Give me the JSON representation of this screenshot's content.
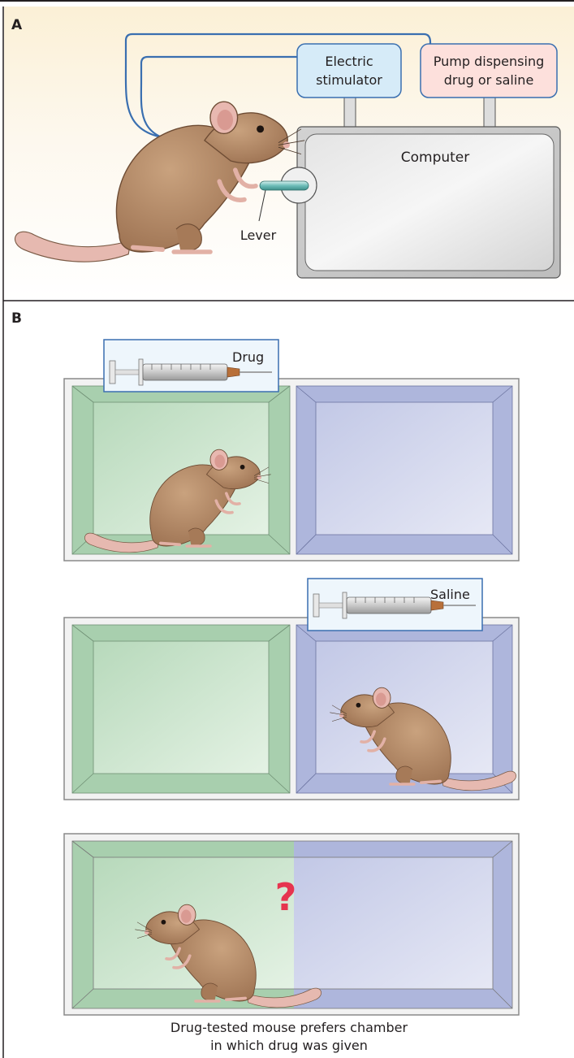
{
  "panel_a": {
    "letter": "A",
    "electric_stimulator_line1": "Electric",
    "electric_stimulator_line2": "stimulator",
    "pump_line1": "Pump dispensing",
    "pump_line2": "drug or saline",
    "computer": "Computer",
    "lever": "Lever"
  },
  "panel_b": {
    "letter": "B",
    "drug_label": "Drug",
    "saline_label": "Saline",
    "question_mark": "?",
    "caption_line1": "Drug-tested mouse prefers chamber",
    "caption_line2": "in which drug was given"
  },
  "colors": {
    "panel_a_top": "#fbf3df",
    "stimulator_box": "#d6ebf8",
    "pump_box": "#fde0dc",
    "cable": "#3a6fb0",
    "green_chamber": "#a8cfae",
    "blue_chamber": "#aeb6dc",
    "mouse_fur": "#b08563",
    "question_mark": "#e6344f"
  }
}
